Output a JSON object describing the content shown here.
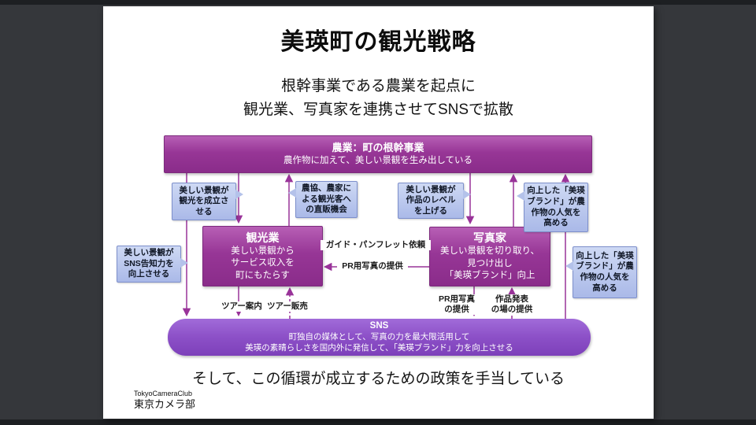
{
  "slide": {
    "title": "美瑛町の観光戦略",
    "subtitle_line1": "根幹事業である農業を起点に",
    "subtitle_line2": "観光業、写真家を連携させてSNSで拡散",
    "conclusion": "そして、この循環が成立するための政策を手当している",
    "logo": {
      "en": "TokyoCameraClub",
      "jp": "東京カメラ部"
    }
  },
  "diagram": {
    "farming": {
      "title": "農業：町の根幹事業",
      "body": "農作物に加えて、美しい景観を生み出している"
    },
    "tourism": {
      "title": "観光業",
      "body": "美しい景観から\nサービス収入を\n町にもたらす"
    },
    "photographer": {
      "title": "写真家",
      "body": "美しい景観を切り取り、\n見つけ出し\n「美瑛ブランド」向上"
    },
    "sns": {
      "title": "SNS",
      "body_line1": "町独自の媒体として、写真の力を最大限活用して",
      "body_line2": "美瑛の素晴らしさを国内外に発信して、「美瑛ブランド」力を向上させる"
    },
    "callouts": [
      {
        "text": "美しい景観が\n観光を成立さ\nせる"
      },
      {
        "text": "農協、農家に\nよる観光客へ\nの直販機会"
      },
      {
        "text": "美しい景観が\n作品のレベル\nを上げる"
      },
      {
        "text": "向上した「美瑛\nブランド」が農\n作物の人気を\n高める"
      },
      {
        "text": "美しい景観が\nSNS告知力を\n向上させる"
      },
      {
        "text": "向上した「美瑛\nブランド」が農\n作物の人気を\n高める"
      }
    ],
    "labels": {
      "tour_guide": "ツアー案内",
      "tour_sales": "ツアー販売",
      "guide_request": "ガイド・パンフレット依頼",
      "pr_photo_mid": "PR用写真の提供",
      "pr_photo_bottom": "PR用写真\nの提供",
      "works_presentation": "作品発表\nの場の提供"
    }
  },
  "colors": {
    "node_purple": "#953595",
    "sns_purple": "#8c50c7",
    "callout_fill": "#b9c6ec",
    "callout_border": "#7d8fcb",
    "arrow_line": "#993399",
    "background": "#35373b",
    "slide_bg": "#ffffff"
  }
}
